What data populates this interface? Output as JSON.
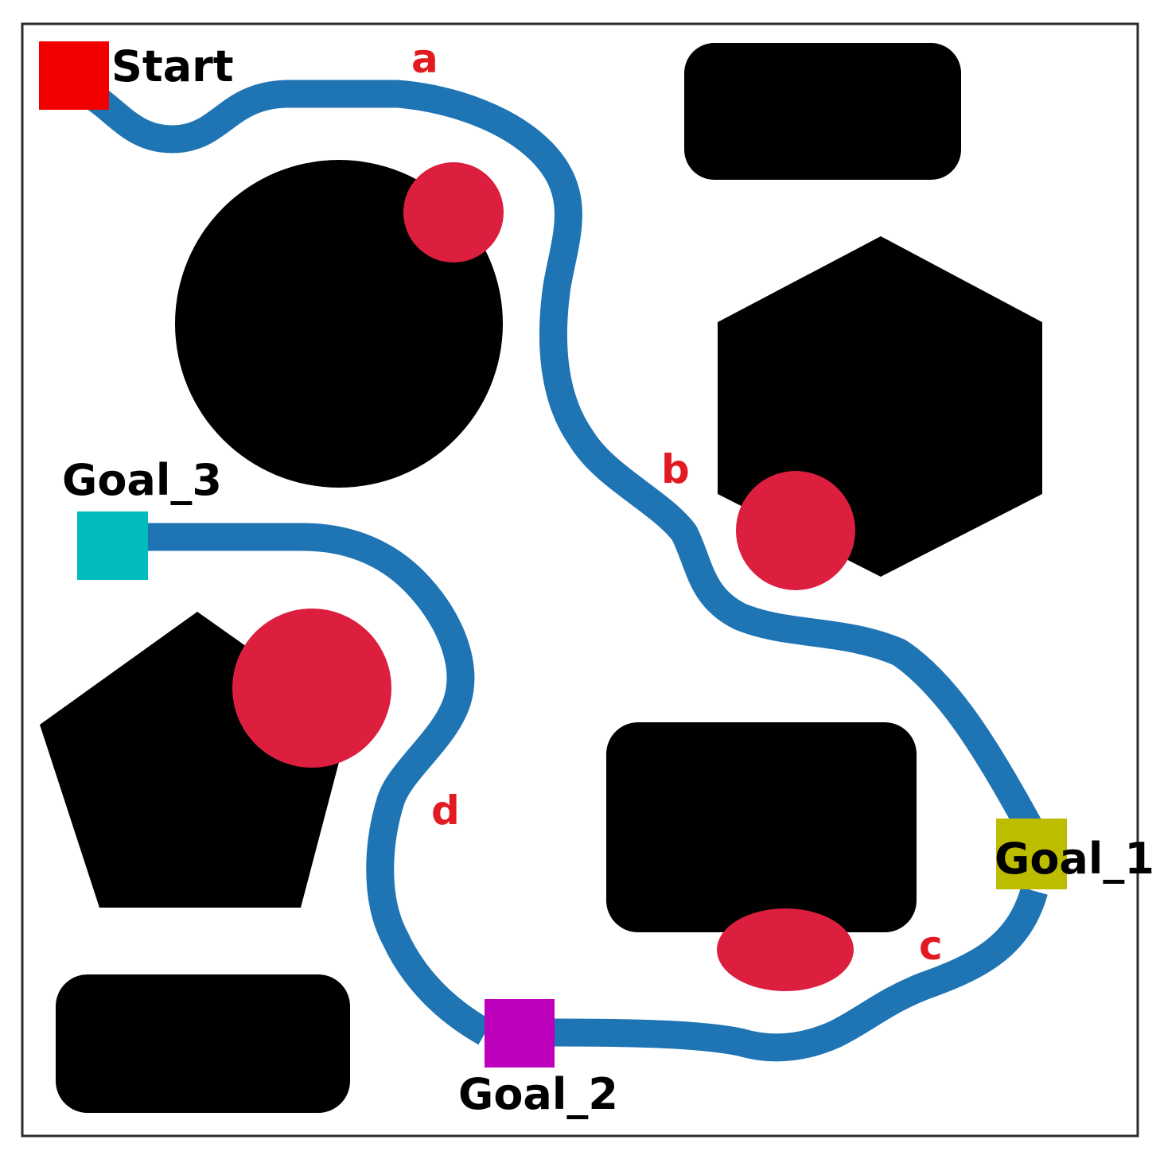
{
  "colors": {
    "background": "#ffffff",
    "border": "#2b2b2b",
    "obstacle": "#000000",
    "hazard": "#dc1e3f",
    "path": "#1f74b4",
    "start": "#f20000",
    "goal_1": "#bdbd00",
    "goal_2": "#bc00bc",
    "goal_3": "#00bcbc",
    "waypoint_label": "#e21b23",
    "text": "#000000"
  },
  "markers": {
    "start": "Start",
    "goal_1": "Goal_1",
    "goal_2": "Goal_2",
    "goal_3": "Goal_3"
  },
  "waypoints": {
    "a": "a",
    "b": "b",
    "c": "c",
    "d": "d"
  }
}
